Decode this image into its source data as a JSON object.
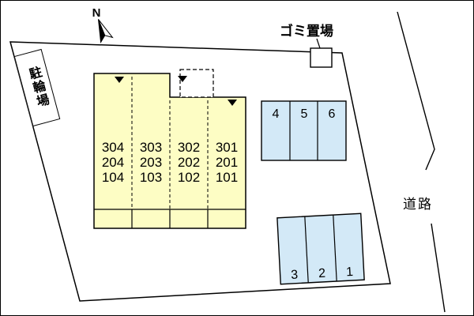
{
  "north": {
    "label": "N"
  },
  "bicycle_parking": {
    "label": "駐輪場"
  },
  "garbage": {
    "label": "ゴミ置場"
  },
  "road": {
    "label": "道路"
  },
  "building": {
    "fill": "#fdfdc4",
    "rooms": [
      [
        "304",
        "303",
        "302",
        "301"
      ],
      [
        "204",
        "203",
        "202",
        "201"
      ],
      [
        "104",
        "103",
        "102",
        "101"
      ]
    ]
  },
  "parking_upper": {
    "fill": "#d3e9f7",
    "spaces": [
      "4",
      "5",
      "6"
    ]
  },
  "parking_lower": {
    "fill": "#d3e9f7",
    "spaces": [
      "3",
      "2",
      "1"
    ]
  },
  "colors": {
    "outline": "#000000"
  }
}
